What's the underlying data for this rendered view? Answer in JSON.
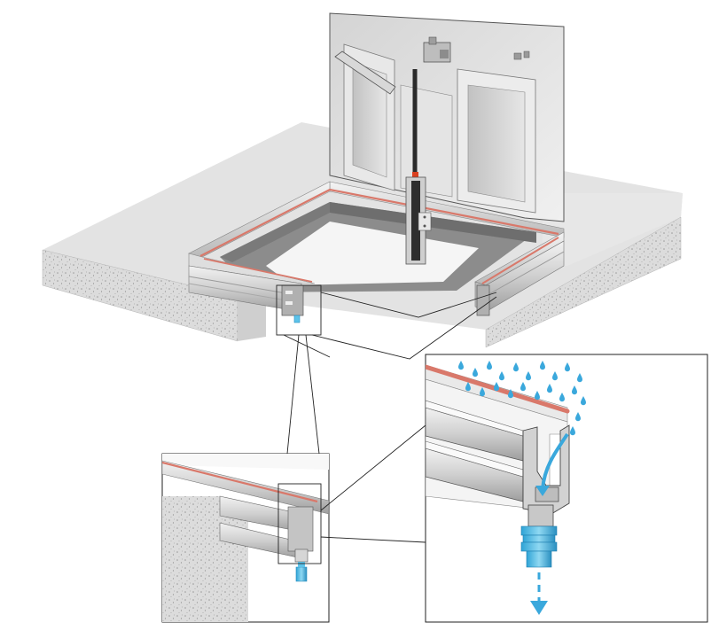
{
  "figure": {
    "subject": "roof-access-hatch-with-drainage-gutter",
    "palette": {
      "background": "#ffffff",
      "slab_top": "#e2e2e2",
      "slab_side": "#d9d9d9",
      "concrete_speckle": "#9a9a9a",
      "aluminium_light": "#f2f2f2",
      "aluminium_mid": "#c8c8c8",
      "aluminium_dark": "#8a8a8a",
      "opening_interior": "#8c8c8c",
      "seal": "#d9786a",
      "water": "#3aa8dc",
      "fitting": "#5cc3ea",
      "outline": "#1a1a1a"
    },
    "icons": {
      "lid": "hatch-lid-icon",
      "gas_strut": "gas-strut-icon",
      "water_drop": "water-drop-icon",
      "drain_arrow": "drain-arrow-icon"
    },
    "detail_views": [
      "gutter-section-overview",
      "gutter-section-closeup"
    ]
  }
}
